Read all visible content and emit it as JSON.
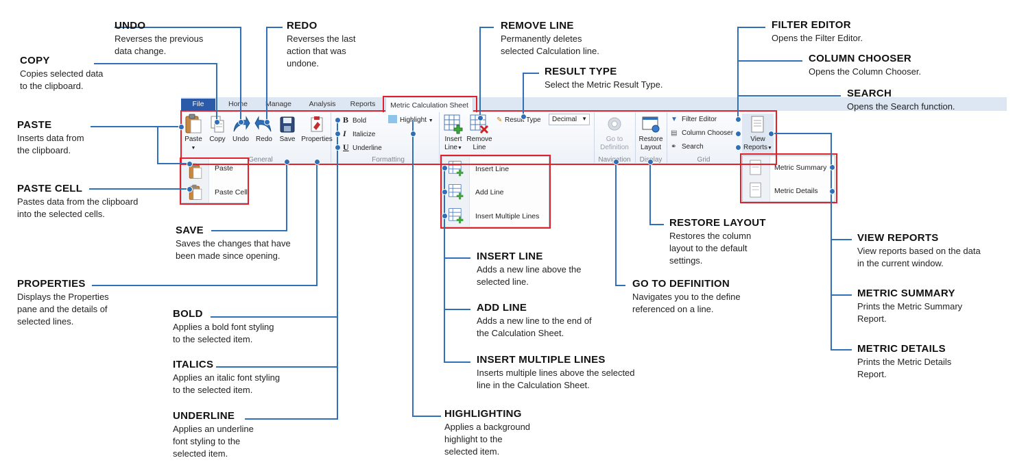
{
  "tabs": [
    "File",
    "Home",
    "Manage",
    "Analysis",
    "Reports",
    "Metric Calculation Sheet"
  ],
  "ribbon": {
    "general": {
      "paste": "Paste",
      "copy": "Copy",
      "undo": "Undo",
      "redo": "Redo",
      "save": "Save",
      "properties": "Properties",
      "group": "General"
    },
    "formatting": {
      "bold": "Bold",
      "italicize": "Italicize",
      "underline": "Underline",
      "highlight": "Highlight",
      "group": "Formatting"
    },
    "lines": {
      "insert_line": "Insert Line",
      "remove_line": "Remove Line"
    },
    "result_type": {
      "label": "Result Type",
      "value": "Decimal"
    },
    "navigation": {
      "goto": "Go to Definition",
      "group": "Navigation"
    },
    "display": {
      "restore": "Restore Layout",
      "group": "Display"
    },
    "grid": {
      "filter_editor": "Filter Editor",
      "column_chooser": "Column Chooser",
      "search": "Search",
      "group": "Grid"
    },
    "view_reports": "View Reports"
  },
  "paste_menu": [
    "Paste",
    "Paste Cell"
  ],
  "insert_menu": [
    "Insert Line",
    "Add Line",
    "Insert Multiple Lines"
  ],
  "reports_menu": [
    "Metric Summary",
    "Metric Details"
  ],
  "annotations": {
    "undo": {
      "title": "UNDO",
      "desc": "Reverses the previous\ndata change."
    },
    "redo": {
      "title": "REDO",
      "desc": "Reverses the last\naction that was\nundone."
    },
    "copy": {
      "title": "COPY",
      "desc": "Copies selected data\nto the clipboard."
    },
    "paste": {
      "title": "PASTE",
      "desc": "Inserts data from\nthe clipboard."
    },
    "paste_cell": {
      "title": "PASTE CELL",
      "desc": "Pastes data from the clipboard\ninto the selected cells."
    },
    "save": {
      "title": "SAVE",
      "desc": "Saves the changes that have\nbeen made since opening."
    },
    "properties": {
      "title": "PROPERTIES",
      "desc": "Displays the Properties\npane and the details of\nselected lines."
    },
    "bold": {
      "title": "BOLD",
      "desc": "Applies a bold font styling\nto the selected item."
    },
    "italics": {
      "title": "ITALICS",
      "desc": "Applies an italic font styling\nto the selected item."
    },
    "underline": {
      "title": "UNDERLINE",
      "desc": "Applies an underline\nfont styling to the\nselected item."
    },
    "remove_line": {
      "title": "REMOVE LINE",
      "desc": "Permanently deletes\nselected Calculation line."
    },
    "result_type": {
      "title": "RESULT TYPE",
      "desc": "Select the Metric Result Type."
    },
    "filter_editor": {
      "title": "FILTER EDITOR",
      "desc": "Opens the Filter Editor."
    },
    "column_chooser": {
      "title": "COLUMN CHOOSER",
      "desc": "Opens the Column Chooser."
    },
    "search": {
      "title": "SEARCH",
      "desc": "Opens the Search function."
    },
    "insert_line": {
      "title": "INSERT LINE",
      "desc": "Adds a new line above the\nselected line."
    },
    "add_line": {
      "title": "ADD LINE",
      "desc": "Adds a new line to the end of\nthe Calculation Sheet."
    },
    "insert_multiple": {
      "title": "INSERT MULTIPLE LINES",
      "desc": "Inserts multiple lines above the selected\nline in the Calculation Sheet."
    },
    "highlighting": {
      "title": "HIGHLIGHTING",
      "desc": "Applies a background\nhighlight to the\nselected item."
    },
    "restore_layout": {
      "title": "RESTORE LAYOUT",
      "desc": "Restores the column\nlayout to the default\nsettings."
    },
    "go_to_definition": {
      "title": "GO TO DEFINITION",
      "desc": "Navigates you to the define\nreferenced on a line."
    },
    "view_reports": {
      "title": "VIEW REPORTS",
      "desc": "View reports based on the data\nin the current window."
    },
    "metric_summary": {
      "title": "METRIC SUMMARY",
      "desc": "Prints the Metric Summary\nReport."
    },
    "metric_details": {
      "title": "METRIC DETAILS",
      "desc": "Prints the Metric Details\nReport."
    }
  },
  "colors": {
    "highlight_box": "#e0202a",
    "connector": "#2f6fb8",
    "file_tab": "#2a5aa8"
  }
}
